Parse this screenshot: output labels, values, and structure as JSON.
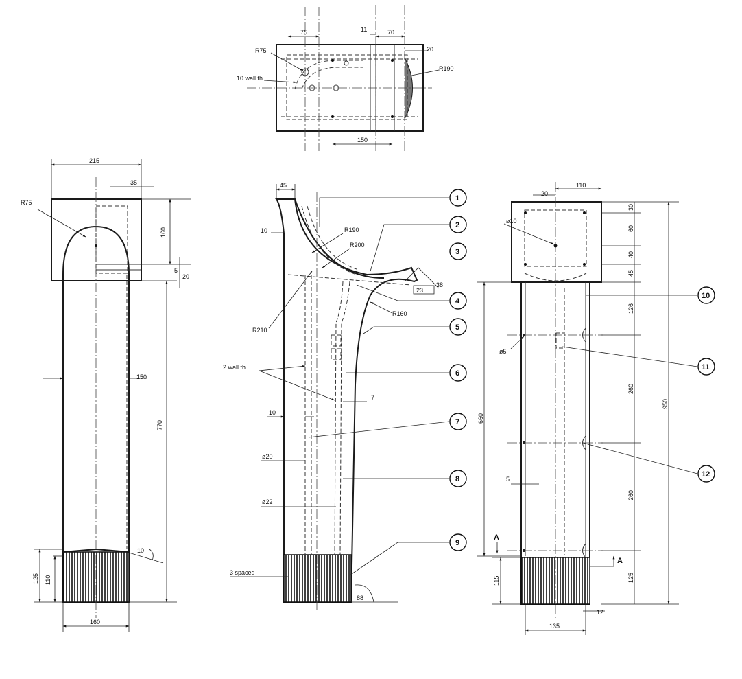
{
  "top_view": {
    "dims": [
      "75",
      "11",
      "70",
      "20",
      "R75",
      "R190",
      "10 wall th.",
      "150"
    ]
  },
  "left_view": {
    "dims": [
      "215",
      "35",
      "R75",
      "160",
      "5",
      "20",
      "150",
      "770",
      "10",
      "125",
      "110",
      "160"
    ]
  },
  "middle_view": {
    "dims": [
      "45",
      "10",
      "R190",
      "R200",
      "R210",
      "R160",
      "38",
      "23",
      "2 wall th.",
      "7",
      "10",
      "ø20",
      "ø22",
      "3 spaced",
      "88"
    ]
  },
  "right_view": {
    "dims": [
      "20",
      "110",
      "ø10",
      "30",
      "60",
      "40",
      "45",
      "126",
      "260",
      "260",
      "125",
      "660",
      "950",
      "ø5",
      "5",
      "A",
      "A",
      "115",
      "12",
      "135"
    ]
  },
  "callouts": [
    "1",
    "2",
    "3",
    "4",
    "5",
    "6",
    "7",
    "8",
    "9",
    "10",
    "11",
    "12"
  ]
}
